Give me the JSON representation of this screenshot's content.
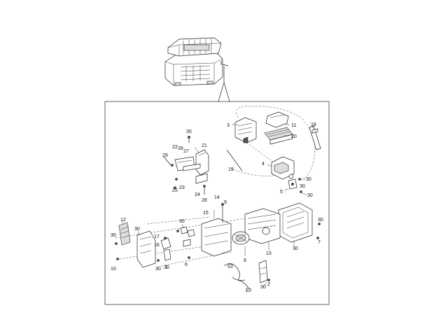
{
  "callouts": [
    {
      "id": "c1",
      "text": "1"
    },
    {
      "id": "c3",
      "text": "3"
    },
    {
      "id": "c11",
      "text": "11"
    },
    {
      "id": "c20",
      "text": "20"
    },
    {
      "id": "c18",
      "text": "18"
    },
    {
      "id": "c4",
      "text": "4"
    },
    {
      "id": "c30a",
      "text": "30"
    },
    {
      "id": "c5",
      "text": "5"
    },
    {
      "id": "c30b",
      "text": "30"
    },
    {
      "id": "c30c",
      "text": "30"
    },
    {
      "id": "c21",
      "text": "21"
    },
    {
      "id": "c22",
      "text": "22"
    },
    {
      "id": "c26",
      "text": "26"
    },
    {
      "id": "c27",
      "text": "27"
    },
    {
      "id": "c29",
      "text": "29"
    },
    {
      "id": "c19",
      "text": "19"
    },
    {
      "id": "c23",
      "text": "23"
    },
    {
      "id": "c25",
      "text": "25"
    },
    {
      "id": "c24",
      "text": "24"
    },
    {
      "id": "c28",
      "text": "28"
    },
    {
      "id": "c30d",
      "text": "30"
    },
    {
      "id": "c9",
      "text": "9"
    },
    {
      "id": "c14",
      "text": "14"
    },
    {
      "id": "c15",
      "text": "15"
    },
    {
      "id": "c13",
      "text": "13"
    },
    {
      "id": "c30e",
      "text": "30"
    },
    {
      "id": "c30f",
      "text": "30"
    },
    {
      "id": "c7",
      "text": "7"
    },
    {
      "id": "c12",
      "text": "12"
    },
    {
      "id": "c30g",
      "text": "30"
    },
    {
      "id": "c30h",
      "text": "30"
    },
    {
      "id": "c10",
      "text": "10"
    },
    {
      "id": "c17",
      "text": "17"
    },
    {
      "id": "c16",
      "text": "16"
    },
    {
      "id": "c30i",
      "text": "30"
    },
    {
      "id": "c30j",
      "text": "30"
    },
    {
      "id": "c30k",
      "text": "30"
    },
    {
      "id": "c6",
      "text": "6"
    },
    {
      "id": "c8",
      "text": "8"
    },
    {
      "id": "c30l",
      "text": "30"
    },
    {
      "id": "c2",
      "text": "2"
    }
  ]
}
